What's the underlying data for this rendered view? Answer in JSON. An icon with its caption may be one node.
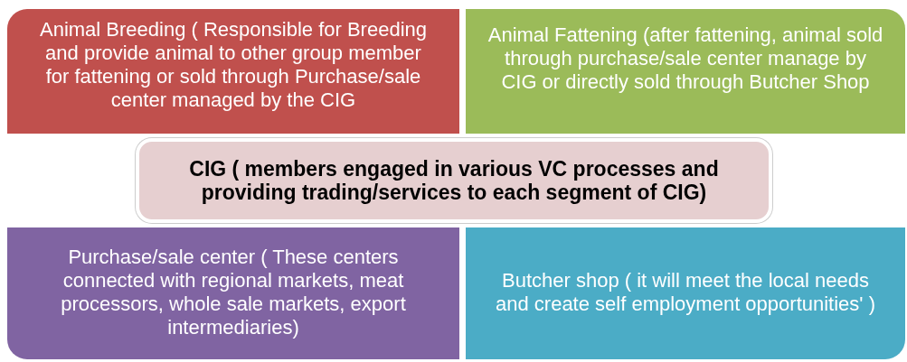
{
  "diagram": {
    "nodes": [
      {
        "text": [
          "Animal Breeding ( Responsible for Breeding and provide animal to other group member for fattening or sold through Purchase/sale center managed by the CIG"
        ]
      },
      {
        "text": [
          "Animal Fattening (after fattening, animal sold through purchase/sale center manage by CIG or directly sold through Butcher Shop"
        ]
      },
      {
        "text": [
          "CIG ( members engaged in various VC processes and providing trading/services to each segment of CIG)"
        ]
      },
      {
        "text": [
          "Purchase/sale center ( These centers connected with regional markets, meat processors, whole sale markets, export intermediaries)"
        ]
      },
      {
        "text": [
          "Butcher shop ( it will meet the local needs and create self employment opportunities' )"
        ]
      }
    ]
  }
}
